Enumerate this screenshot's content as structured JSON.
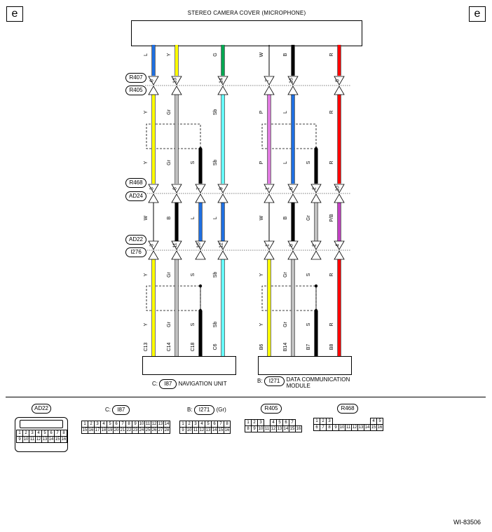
{
  "corner_labels": [
    "e",
    "e"
  ],
  "top_component": "STEREO CAMERA COVER (MICROPHONE)",
  "left_connector_labels": {
    "row1_top": "R407",
    "row1_bottom": "R405",
    "row2_top": "R468",
    "row2_bottom": "AD24",
    "row3_top": "AD22",
    "row3_bottom": "I276"
  },
  "wires": [
    {
      "id": "w1",
      "top_color": "L",
      "pins": [
        "6",
        "3",
        "3"
      ],
      "mid_colors": [
        "Y",
        "Y",
        "W",
        "Y",
        "Y"
      ],
      "bottom_term": "C13",
      "hex": [
        "#1f6fe0",
        "#ffff00",
        "#ffffff",
        "#ffff00"
      ]
    },
    {
      "id": "w2",
      "top_color": "Y",
      "pins": [
        "13",
        "8",
        "11"
      ],
      "mid_colors": [
        "Gr",
        "Gr",
        "B",
        "Gr",
        "Gr"
      ],
      "bottom_term": "C14",
      "hex": [
        "#ffff00",
        "#c0c0c0",
        "#000000",
        "#c0c0c0"
      ]
    },
    {
      "id": "w3",
      "top_color": "",
      "pins": [
        "",
        "7",
        "10"
      ],
      "mid_colors": [
        "",
        "S",
        "L",
        "S",
        "S"
      ],
      "bottom_term": "C18",
      "hex": [
        "",
        "#000000",
        "#1f6fe0",
        "#000000"
      ]
    },
    {
      "id": "w4",
      "top_color": "G",
      "pins": [
        "14",
        "9",
        "12"
      ],
      "mid_colors": [
        "Sb",
        "Sb",
        "L",
        "Sb",
        "Sb"
      ],
      "bottom_term": "C6",
      "hex": [
        "#00a651",
        "#66ffff",
        "#1f6fe0",
        "#66ffff"
      ]
    },
    {
      "id": "w5",
      "top_color": "W",
      "pins": [
        "7",
        "1",
        "1"
      ],
      "mid_colors": [
        "P",
        "P",
        "W",
        "Y",
        "Y"
      ],
      "bottom_term": "B6",
      "hex": [
        "#ffffff",
        "#e07be0",
        "#ffffff",
        "#ffff00"
      ]
    },
    {
      "id": "w6",
      "top_color": "B",
      "pins": [
        "16",
        "6",
        "8"
      ],
      "mid_colors": [
        "L",
        "L",
        "B",
        "Gr",
        "Gr"
      ],
      "bottom_term": "B14",
      "hex": [
        "#000000",
        "#1f6fe0",
        "#000000",
        "#c0c0c0"
      ]
    },
    {
      "id": "w7",
      "top_color": "",
      "pins": [
        "",
        "2",
        "2"
      ],
      "mid_colors": [
        "",
        "S",
        "Gr",
        "S",
        "S"
      ],
      "bottom_term": "B7",
      "hex": [
        "",
        "#000000",
        "#c0c0c0",
        "#000000"
      ]
    },
    {
      "id": "w8",
      "top_color": "R",
      "pins": [
        "5",
        "10",
        "4"
      ],
      "mid_colors": [
        "R",
        "R",
        "P/B",
        "R",
        "R"
      ],
      "bottom_term": "B8",
      "hex": [
        "#ff0000",
        "#ff0000",
        "#c040c0",
        "#ff0000"
      ]
    }
  ],
  "bottom_left": {
    "prefix": "C:",
    "connector": "I87",
    "name": "NAVIGATION UNIT"
  },
  "bottom_right": {
    "prefix": "B:",
    "connector": "I271",
    "name_line1": "DATA COMMUNICATION",
    "name_line2": "MODULE"
  },
  "connectors": {
    "ad22": {
      "label": "AD22",
      "row1": [
        "1",
        "2",
        "3",
        "4",
        "5",
        "6",
        "7",
        "8"
      ],
      "row2": [
        "9",
        "10",
        "11",
        "12",
        "13",
        "14",
        "15",
        "16"
      ]
    },
    "i87": {
      "prefix": "C:",
      "label": "I87",
      "row1": [
        "1",
        "2",
        "3",
        "4",
        "5",
        "6",
        "7",
        "8",
        "9",
        "10",
        "11",
        "12",
        "13",
        "14"
      ],
      "row2": [
        "15",
        "16",
        "17",
        "18",
        "19",
        "20",
        "21",
        "22",
        "23",
        "24",
        "25",
        "26",
        "27",
        "28"
      ]
    },
    "i271": {
      "prefix": "B:",
      "label": "I271",
      "suffix": "(Gr)",
      "row1": [
        "1",
        "2",
        "3",
        "4",
        "5",
        "6",
        "7",
        "8"
      ],
      "row2": [
        "9",
        "10",
        "11",
        "12",
        "13",
        "14",
        "15",
        "16"
      ]
    },
    "r405": {
      "label": "R405",
      "row1": [
        "1",
        "2",
        "3",
        "",
        "4",
        "5",
        "6",
        "7"
      ],
      "row2": [
        "8",
        "9",
        "10",
        "11",
        "12",
        "13",
        "14",
        "15",
        "16"
      ]
    },
    "r468": {
      "label": "R468",
      "row1": [
        "1",
        "2",
        "3",
        "4",
        "5"
      ],
      "row2": [
        "6",
        "7",
        "8",
        "9",
        "10",
        "11",
        "12",
        "13",
        "14",
        "15",
        "16"
      ]
    }
  },
  "drawing_code": "WI-83506"
}
